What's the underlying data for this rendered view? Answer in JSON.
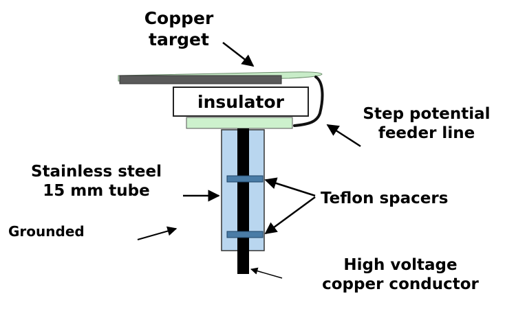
{
  "diagram": {
    "labels": {
      "copper_target": [
        "Copper",
        "target"
      ],
      "insulator": "insulator",
      "step_potential": [
        "Step potential",
        "feeder line"
      ],
      "stainless_tube": [
        "Stainless steel",
        "15 mm tube"
      ],
      "grounded": "Grounded",
      "teflon": "Teflon spacers",
      "hv_conductor": [
        "High voltage",
        "copper conductor"
      ]
    },
    "colors": {
      "target_plate": "#5a5a5a",
      "disc": "#c8ecc8",
      "insulator_fill": "#ffffff",
      "mount_plate": "#cdf1cd",
      "tube_fill": "#b9d6ef",
      "conductor": "#000000",
      "spacer": "#4a7ca6",
      "text": "#000000"
    }
  }
}
